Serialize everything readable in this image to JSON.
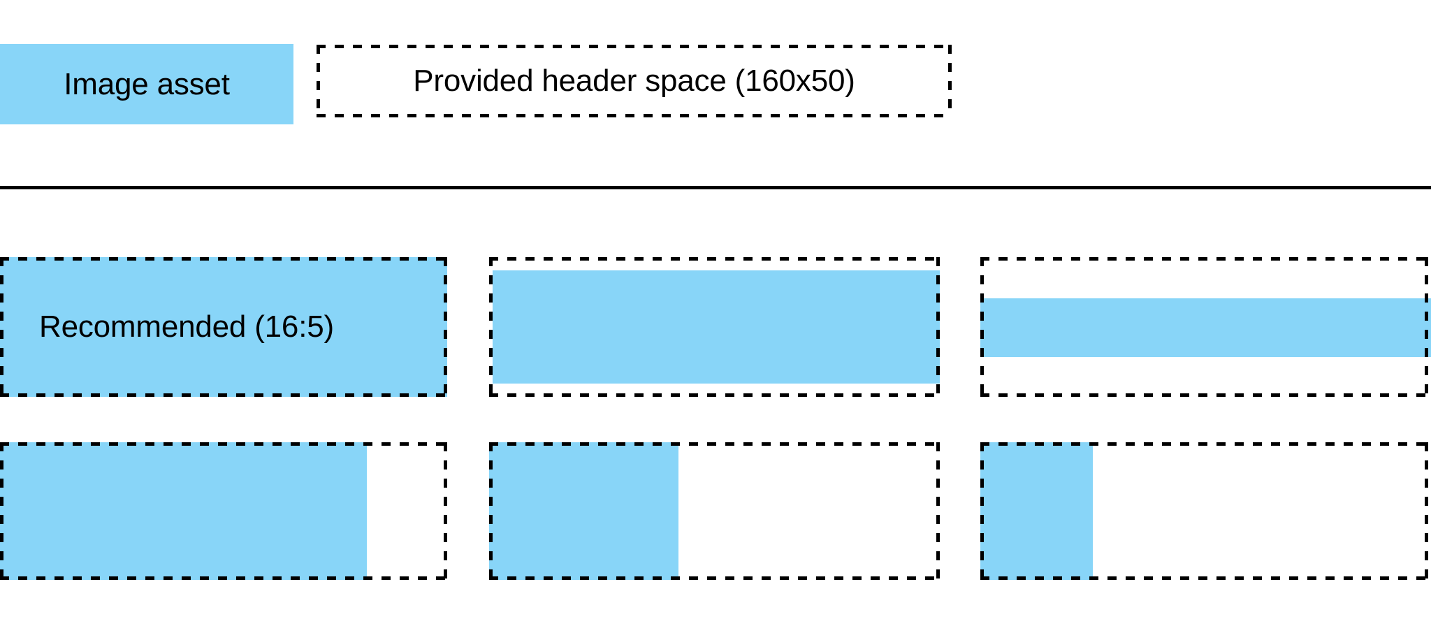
{
  "legend": {
    "image_asset": {
      "label": "Image asset",
      "swatch_color": "#88D5F8"
    },
    "header_space": {
      "label": "Provided header space (160x50)",
      "border_style": "dashed",
      "border_color": "#000000"
    }
  },
  "divider": {
    "color": "#000000"
  },
  "examples": {
    "recommended_label": "Recommended (16:5)",
    "rows": [
      {
        "row_index": 0,
        "cells": [
          {
            "name": "recommended-16-5",
            "label": "Recommended (16:5)",
            "fill_width_pct": 100,
            "fill_height_pct": 100,
            "fill_align": "full"
          },
          {
            "name": "wide-short-asset",
            "label": "",
            "fill_width_pct": 100,
            "fill_height_pct": 81,
            "fill_align": "vertical-center"
          },
          {
            "name": "wide-thin-asset",
            "label": "",
            "fill_width_pct": 100,
            "fill_height_pct": 42,
            "fill_align": "vertical-center"
          }
        ]
      },
      {
        "row_index": 1,
        "cells": [
          {
            "name": "left-aligned-wide-asset",
            "label": "",
            "fill_width_pct": 82,
            "fill_height_pct": 100,
            "fill_align": "left"
          },
          {
            "name": "left-aligned-medium-asset",
            "label": "",
            "fill_width_pct": 42,
            "fill_height_pct": 100,
            "fill_align": "left"
          },
          {
            "name": "left-aligned-narrow-asset",
            "label": "",
            "fill_width_pct": 25,
            "fill_height_pct": 100,
            "fill_align": "left"
          }
        ]
      }
    ]
  },
  "colors": {
    "asset_blue": "#88D5F8",
    "outline_black": "#000000",
    "background_white": "#FFFFFF"
  }
}
